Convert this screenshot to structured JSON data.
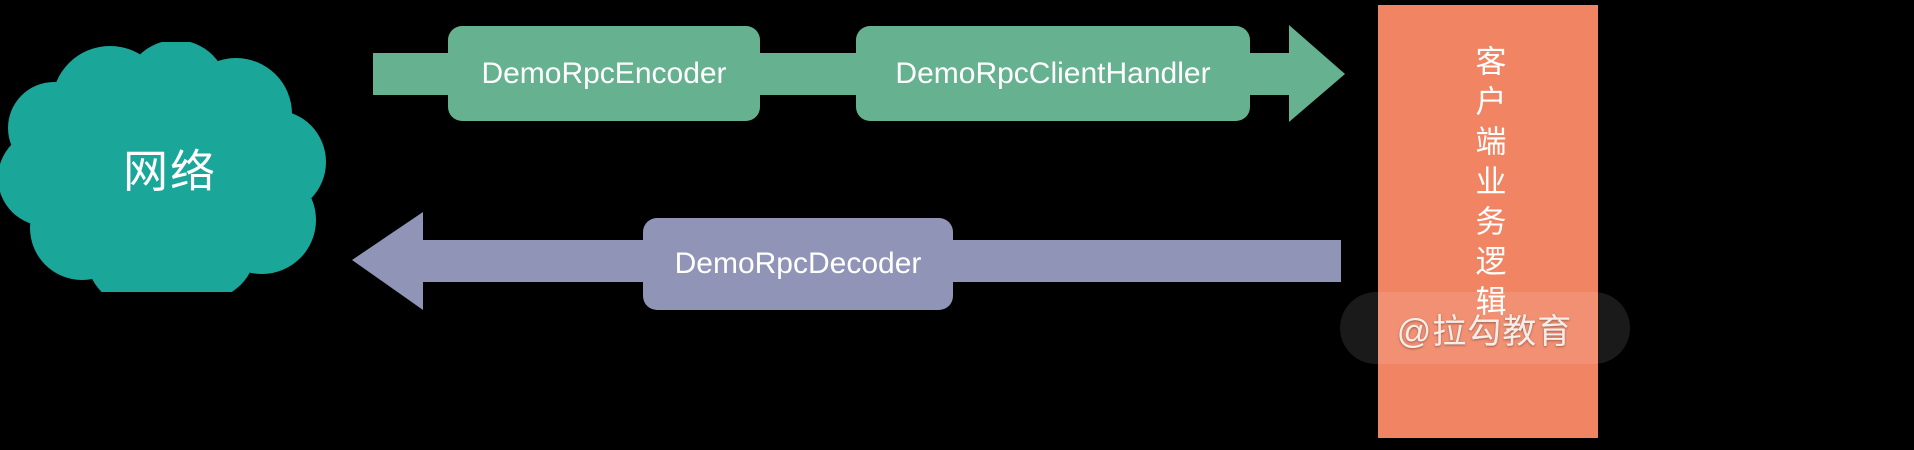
{
  "diagram": {
    "title": "Netty RPC client pipeline",
    "background_color": "#000000",
    "cloud": {
      "label": "网络",
      "color": "#1ba69a",
      "text_color": "#ffffff"
    },
    "outbound": {
      "direction": "left-to-right",
      "arrow_color": "#66b190",
      "nodes": [
        {
          "label": "DemoRpcEncoder"
        },
        {
          "label": "DemoRpcClientHandler"
        }
      ]
    },
    "inbound": {
      "direction": "right-to-left",
      "arrow_color": "#9094b6",
      "nodes": [
        {
          "label": "DemoRpcDecoder"
        }
      ]
    },
    "client_panel": {
      "label": "客户端业务逻辑",
      "color": "#f08463",
      "text_color": "#ffffff"
    },
    "watermark": {
      "text": "@拉勾教育"
    }
  }
}
